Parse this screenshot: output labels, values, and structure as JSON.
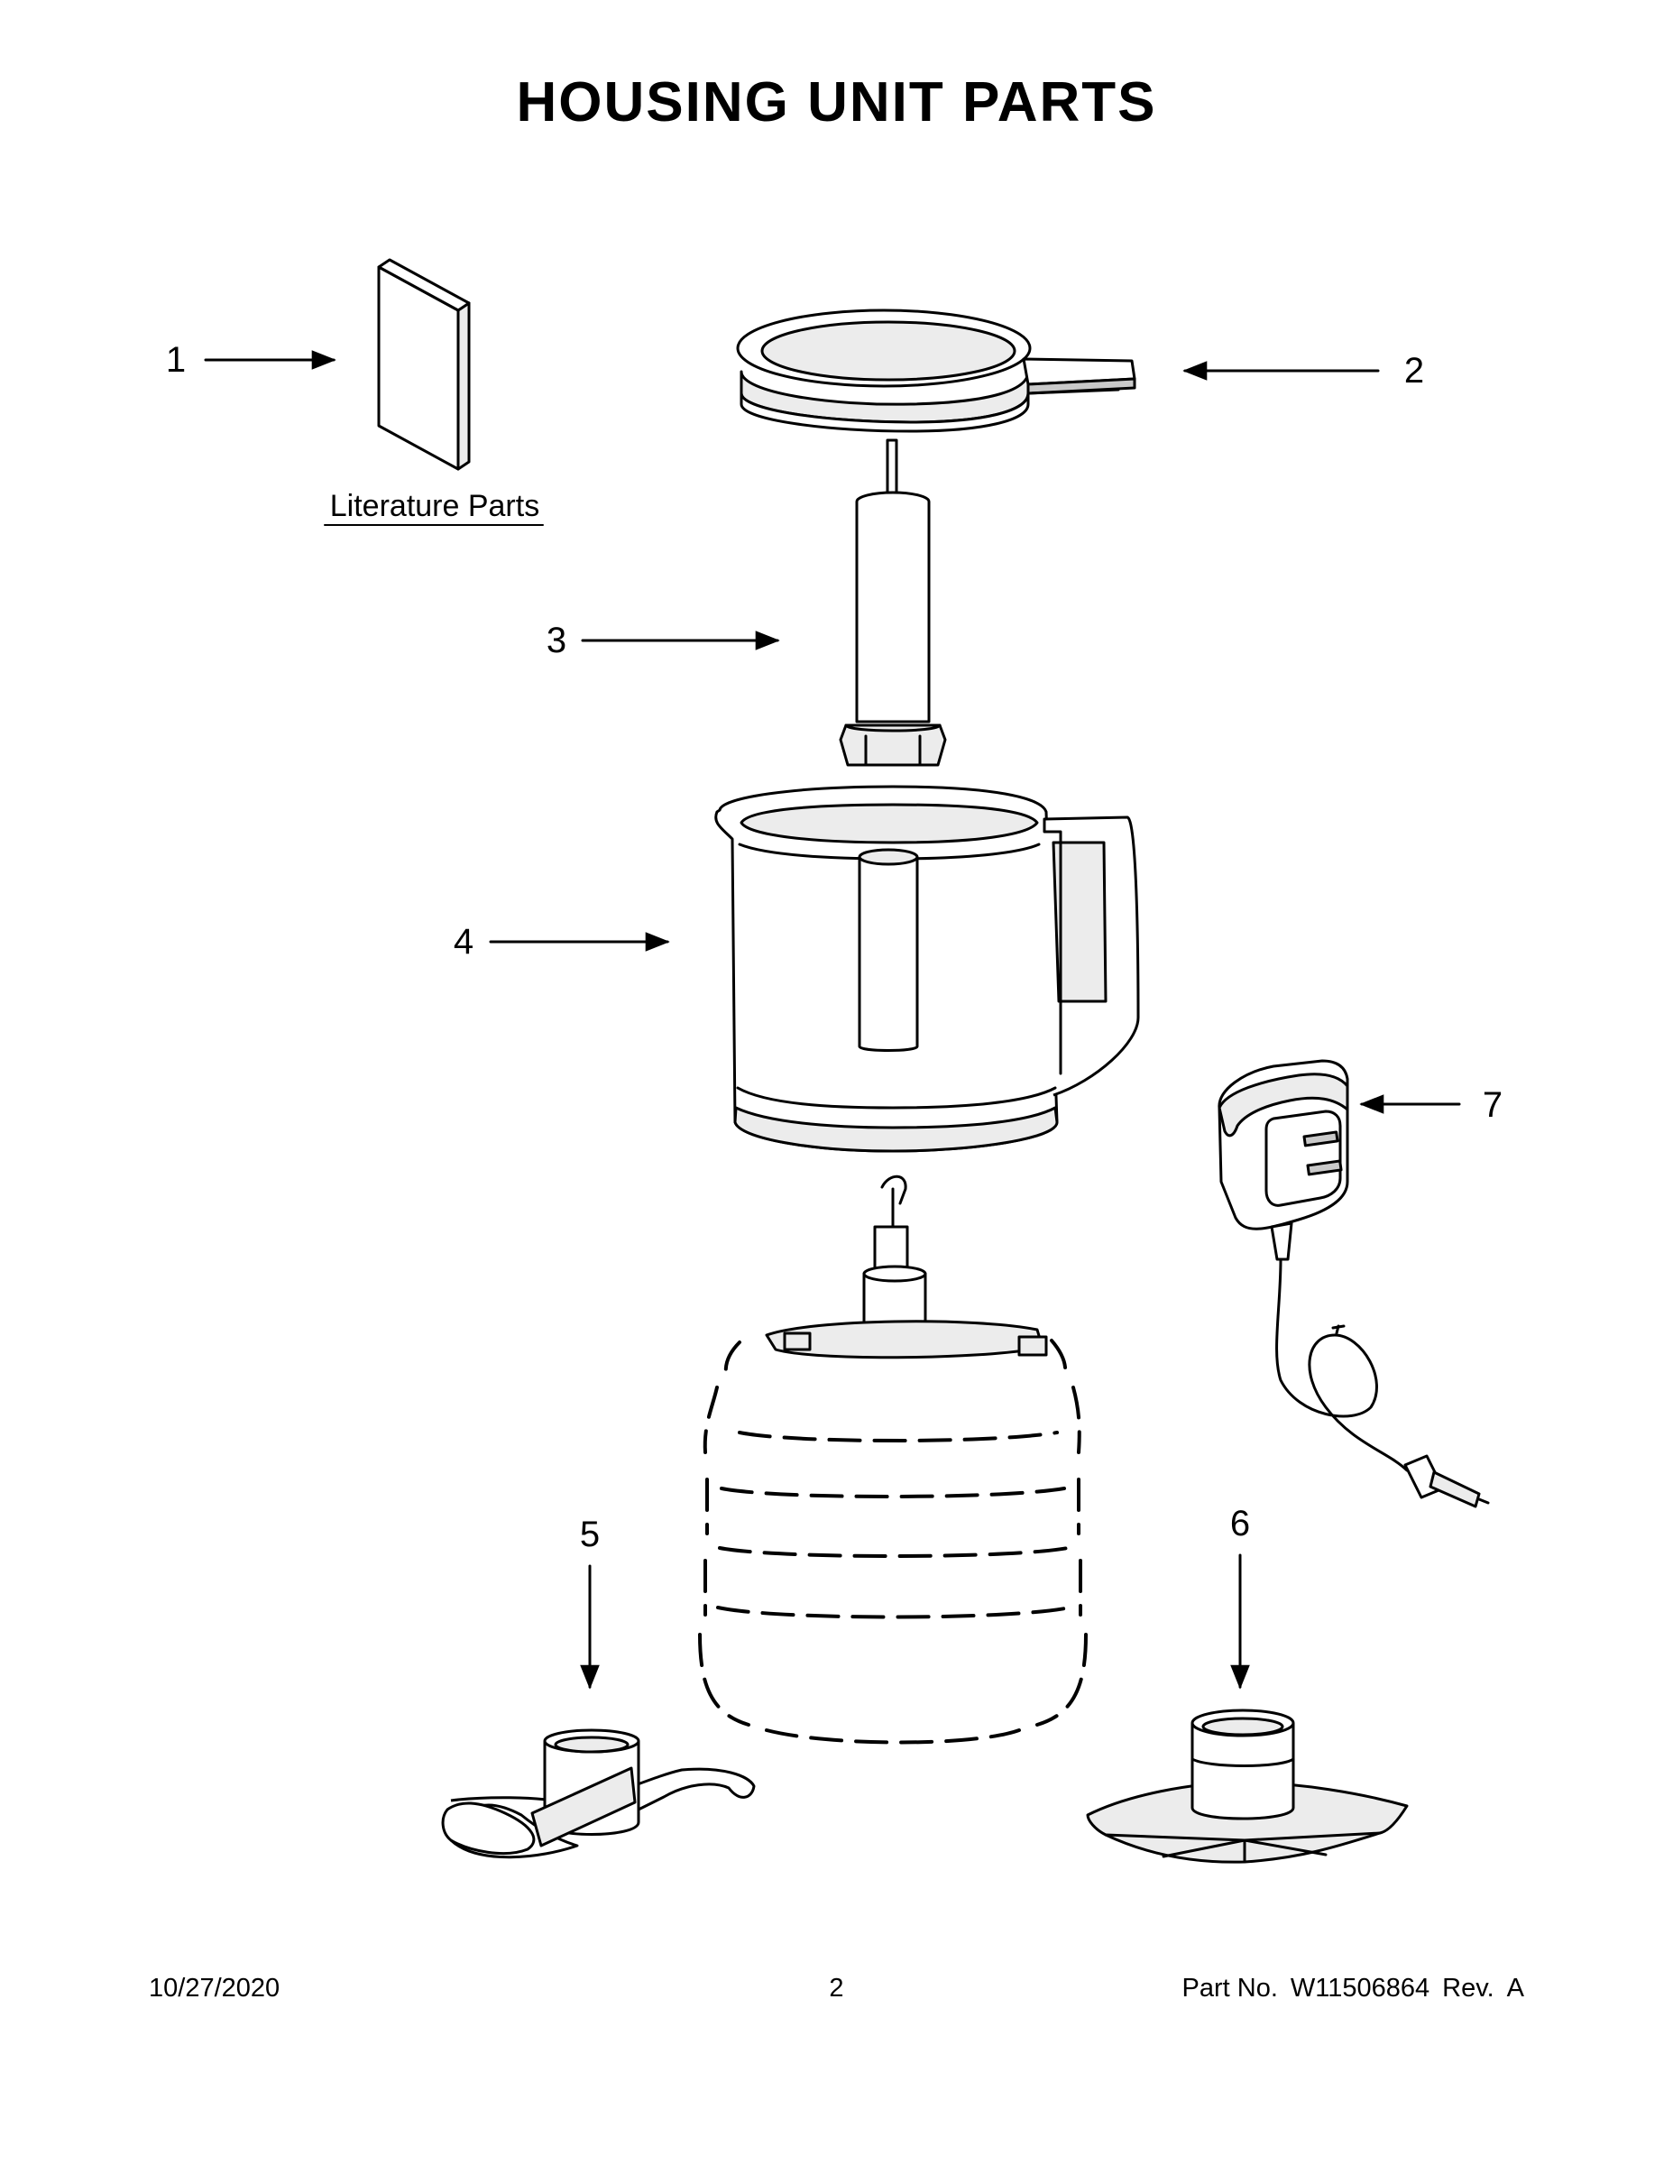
{
  "page": {
    "title": "HOUSING UNIT PARTS"
  },
  "literature": {
    "label": "Literature Parts"
  },
  "callouts": [
    {
      "number": "1"
    },
    {
      "number": "2"
    },
    {
      "number": "3"
    },
    {
      "number": "4"
    },
    {
      "number": "5"
    },
    {
      "number": "6"
    },
    {
      "number": "7"
    }
  ],
  "footer": {
    "date": "10/27/2020",
    "page_number": "2",
    "part_label": "Part No.",
    "part_number": "W11506864",
    "rev_label": "Rev.",
    "rev_value": "A"
  }
}
